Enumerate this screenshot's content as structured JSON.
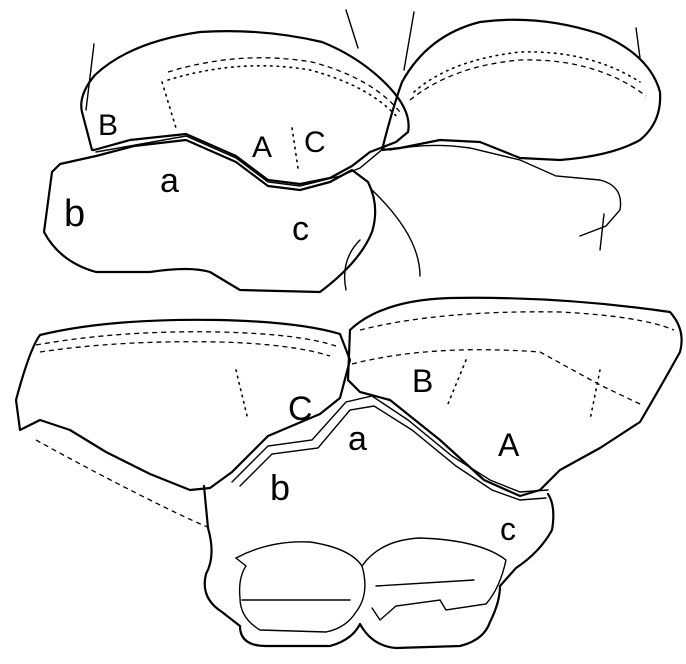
{
  "figure": {
    "top_panel": {
      "labels": [
        "B",
        "A",
        "C",
        "a",
        "b",
        "c"
      ]
    },
    "bottom_panel": {
      "labels": [
        "C",
        "B",
        "A",
        "a",
        "b",
        "c"
      ]
    }
  },
  "colors": {
    "ink": "#000000",
    "background": "#ffffff"
  }
}
